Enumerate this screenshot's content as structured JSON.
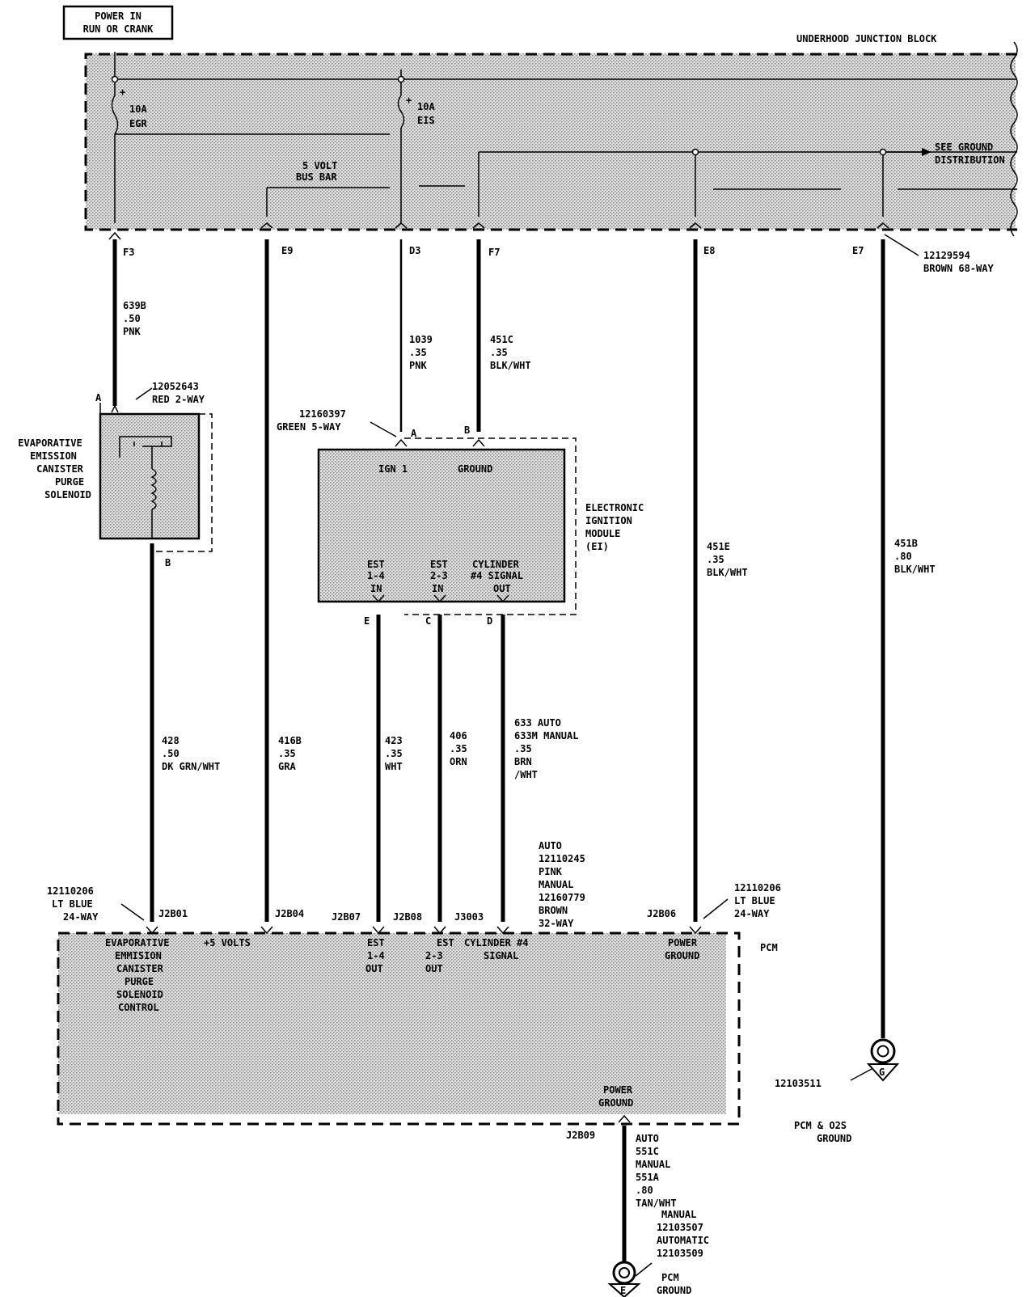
{
  "power_box": {
    "line1": "POWER IN",
    "line2": "RUN OR CRANK"
  },
  "junction_block": {
    "title": "UNDERHOOD JUNCTION BLOCK"
  },
  "fuses": [
    {
      "amp": "10A",
      "name": "EGR"
    },
    {
      "amp": "10A",
      "name": "EIS"
    }
  ],
  "bus_bar": {
    "line1": "5 VOLT",
    "line2": "BUS BAR"
  },
  "ground_ref": {
    "line1": "SEE GROUND",
    "line2": "DISTRIBUTION"
  },
  "jb_connector": {
    "part": "12129594",
    "desc": "BROWN 68-WAY"
  },
  "jb_pins": [
    "F3",
    "E9",
    "D3",
    "F7",
    "E8",
    "E7"
  ],
  "wires": {
    "w639b": [
      "639B",
      ".50",
      "PNK"
    ],
    "w1039": [
      "1039",
      ".35",
      "PNK"
    ],
    "w451c": [
      "451C",
      ".35",
      "BLK/WHT"
    ],
    "w451e": [
      "451E",
      ".35",
      "BLK/WHT"
    ],
    "w451b": [
      "451B",
      ".80",
      "BLK/WHT"
    ],
    "w428": [
      "428",
      ".50",
      "DK GRN/WHT"
    ],
    "w416b": [
      "416B",
      ".35",
      "GRA"
    ],
    "w423": [
      "423",
      ".35",
      "WHT"
    ],
    "w406": [
      "406",
      ".35",
      "ORN"
    ],
    "w633": [
      "633 AUTO",
      "633M MANUAL",
      ".35",
      "BRN",
      "/WHT"
    ],
    "w551": [
      "AUTO",
      "551C",
      "MANUAL",
      "551A",
      ".80",
      "TAN/WHT"
    ]
  },
  "solenoid": {
    "connector_part": "12052643",
    "connector_desc": "RED 2-WAY",
    "pin_a": "A",
    "pin_b": "B",
    "name": [
      "EVAPORATIVE",
      "EMISSION",
      "CANISTER",
      "PURGE",
      "SOLENOID"
    ]
  },
  "ei_module": {
    "connector_part": "12160397",
    "connector_desc": "GREEN 5-WAY",
    "name": [
      "ELECTRONIC",
      "IGNITION",
      "MODULE",
      "(EI)"
    ],
    "pins": {
      "a": "A",
      "b": "B",
      "e": "E",
      "c": "C",
      "d": "D"
    },
    "labels": {
      "ign": "IGN 1",
      "ground": "GROUND",
      "est14": [
        "EST",
        "1-4",
        "IN"
      ],
      "est23": [
        "EST",
        "2-3",
        "IN"
      ],
      "cyl": [
        "CYLINDER",
        "#4 SIGNAL",
        "OUT"
      ]
    }
  },
  "pcm": {
    "title": "PCM",
    "conn_left": [
      "12110206",
      "LT BLUE",
      "24-WAY"
    ],
    "conn_right": [
      "12110206",
      "LT BLUE",
      "24-WAY"
    ],
    "conn_mid": [
      "AUTO",
      "12110245",
      "PINK",
      "MANUAL",
      "12160779",
      "BROWN",
      "32-WAY"
    ],
    "pins": [
      "J2B01",
      "J2B04",
      "J2B07",
      "J2B08",
      "J3003",
      "J2B06",
      "J2B09"
    ],
    "labels": {
      "evap": [
        "EVAPORATIVE",
        "EMMISION",
        "CANISTER",
        "PURGE",
        "SOLENOID",
        "CONTROL"
      ],
      "v5": "+5 VOLTS",
      "est14": [
        "EST",
        "1-4",
        "OUT"
      ],
      "est23": [
        "EST",
        "2-3",
        "OUT"
      ],
      "cyl": [
        "CYLINDER #4",
        "SIGNAL"
      ],
      "pg_top": [
        "POWER",
        "GROUND"
      ],
      "pg_bottom": [
        "POWER",
        "GROUND"
      ]
    }
  },
  "ground_g": {
    "part": "12103511",
    "letter": "G",
    "label": [
      "PCM & O2S",
      "GROUND"
    ]
  },
  "ground_e": {
    "parts": [
      "MANUAL",
      "12103507",
      "AUTOMATIC",
      "12103509"
    ],
    "letter": "E",
    "label": [
      "PCM",
      "GROUND"
    ]
  }
}
